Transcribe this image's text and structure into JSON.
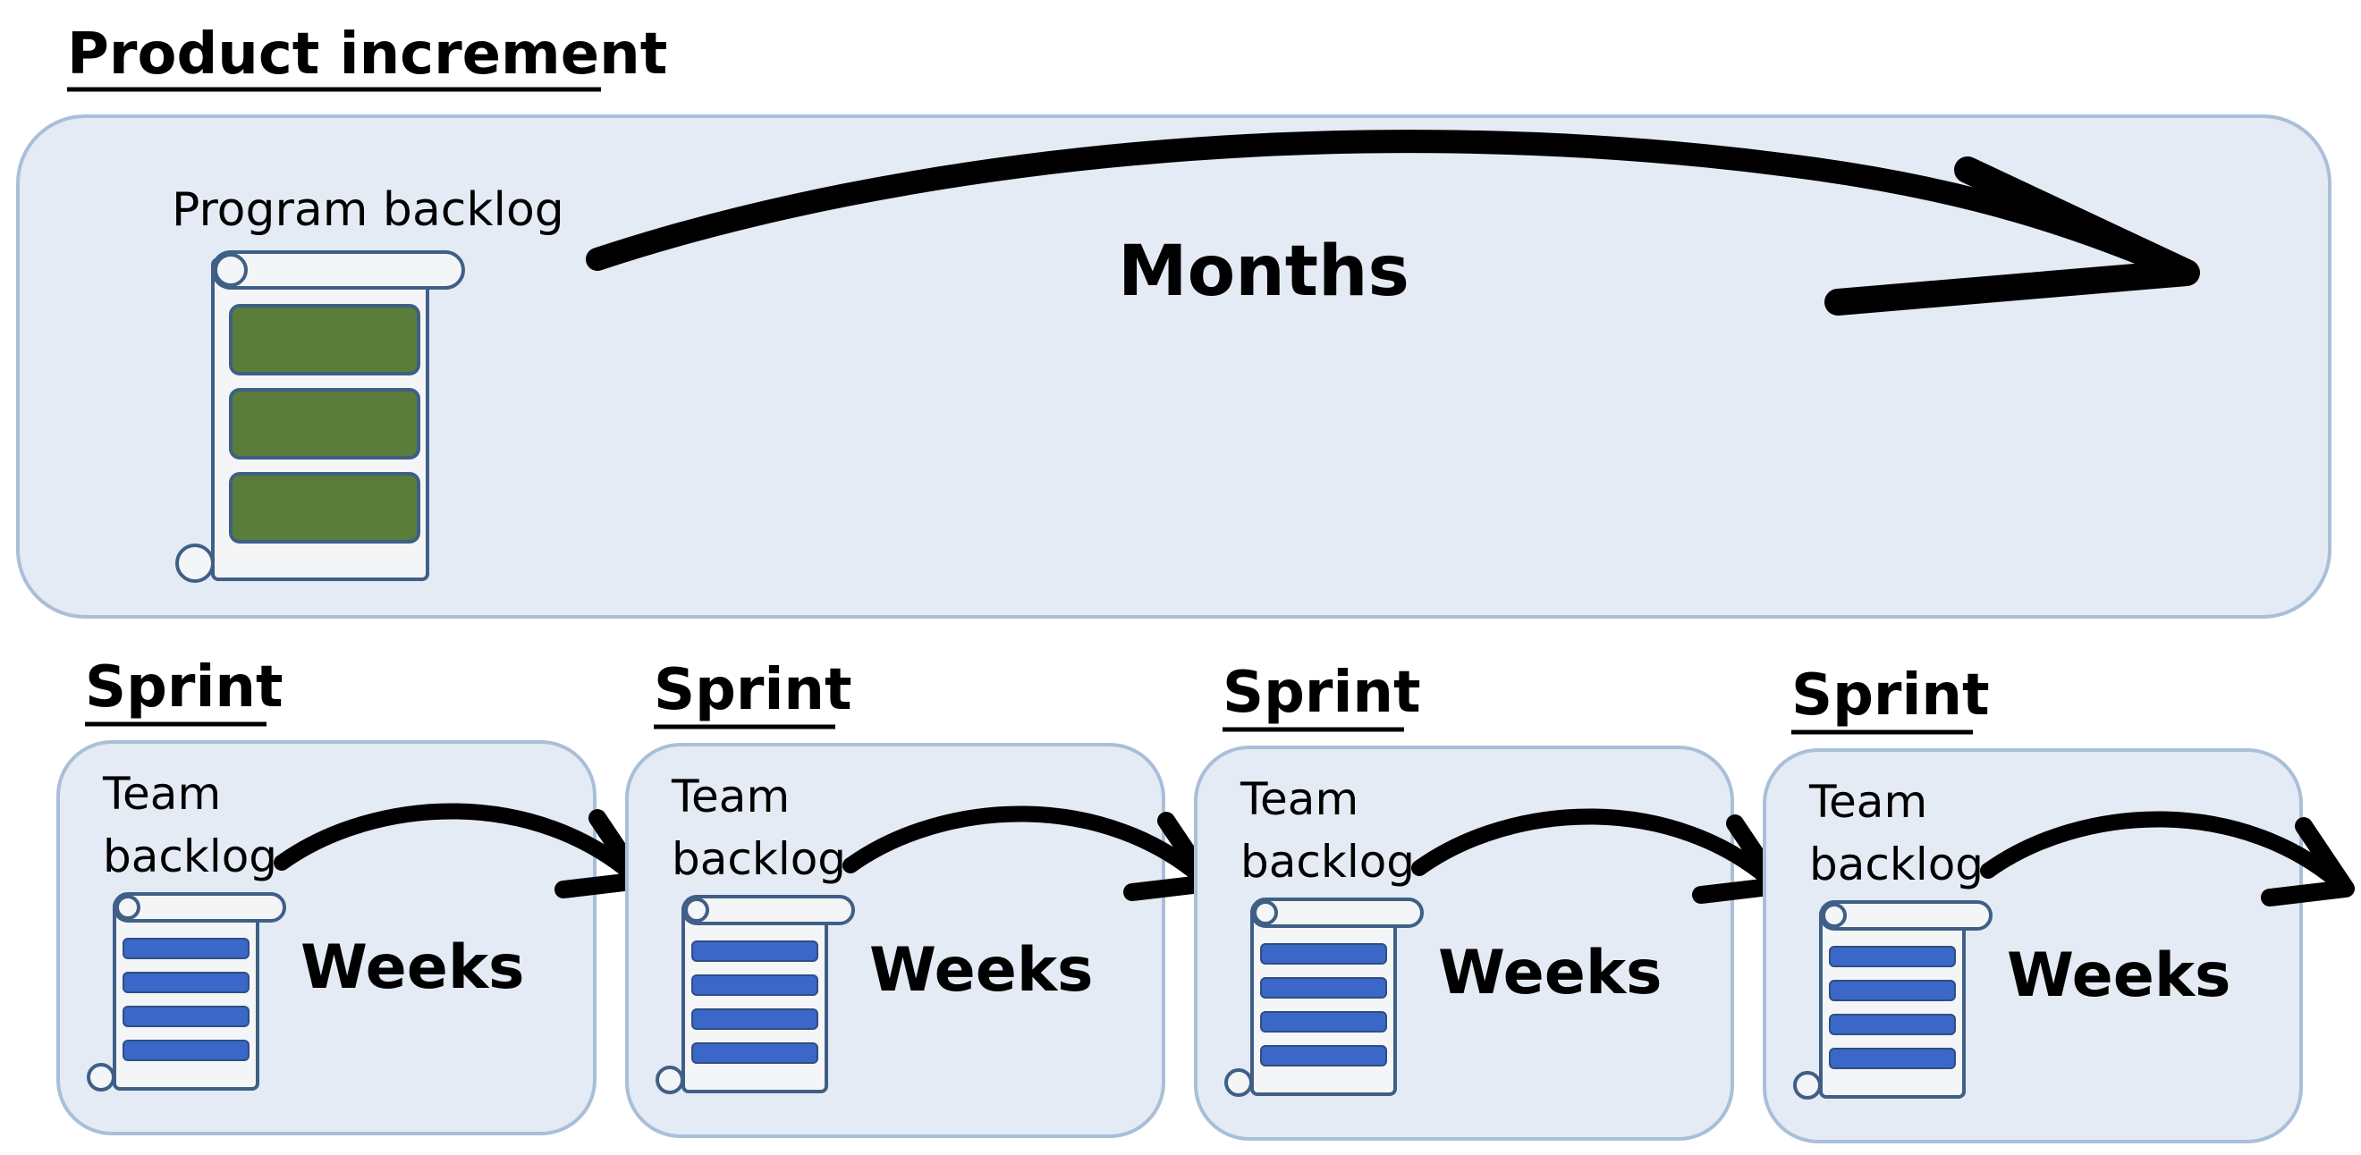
{
  "product": {
    "heading": "Product increment",
    "backlog_label": "Program backlog",
    "duration_label": "Months",
    "backlog_item_count": 3,
    "backlog_item_color": "#5a7d3b"
  },
  "sprints": [
    {
      "heading": "Sprint",
      "backlog_label_line1": "Team",
      "backlog_label_line2": "backlog",
      "duration_label": "Weeks"
    },
    {
      "heading": "Sprint",
      "backlog_label_line1": "Team",
      "backlog_label_line2": "backlog",
      "duration_label": "Weeks"
    },
    {
      "heading": "Sprint",
      "backlog_label_line1": "Team",
      "backlog_label_line2": "backlog",
      "duration_label": "Weeks"
    },
    {
      "heading": "Sprint",
      "backlog_label_line1": "Team",
      "backlog_label_line2": "backlog",
      "duration_label": "Weeks"
    }
  ],
  "sprint_backlog_item_count": 4,
  "sprint_backlog_item_color": "#3a67c8",
  "colors": {
    "panel_fill": "#e4ebf4",
    "panel_stroke": "#a9bfd9",
    "scroll_stroke": "#3f5f86"
  }
}
